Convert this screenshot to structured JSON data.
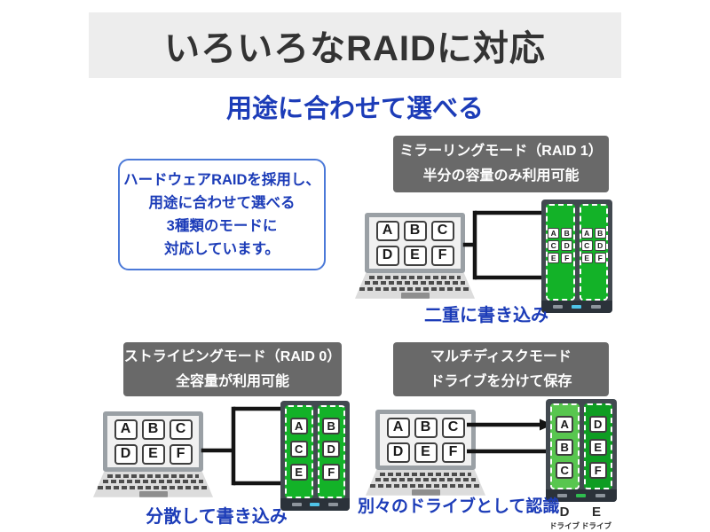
{
  "page": {
    "title": "いろいろなRAIDに対応",
    "subtitle": "用途に合わせて選べる"
  },
  "intro_box": {
    "lines": [
      "ハードウェアRAIDを採用し、",
      "用途に合わせて選べる",
      "3種類のモードに",
      "対応しています。"
    ]
  },
  "laptop_letters": {
    "row1": [
      "A",
      "B",
      "C"
    ],
    "row2": [
      "D",
      "E",
      "F"
    ]
  },
  "modes": {
    "raid1": {
      "title_line1": "ミラーリングモード（RAID 1）",
      "title_line2": "半分の容量のみ利用可能",
      "caption": "二重に書き込み",
      "drive1_letters": [
        "A",
        "B",
        "C",
        "D",
        "E",
        "F"
      ],
      "drive2_letters": [
        "A",
        "B",
        "C",
        "D",
        "E",
        "F"
      ]
    },
    "raid0": {
      "title_line1": "ストライピングモード（RAID 0）",
      "title_line2": "全容量が利用可能",
      "caption": "分散して書き込み",
      "drive1_letters": [
        "A",
        "C",
        "E"
      ],
      "drive2_letters": [
        "B",
        "D",
        "F"
      ]
    },
    "multi": {
      "title_line1": "マルチディスクモード",
      "title_line2": "ドライブを分けて保存",
      "caption": "別々のドライブとして認識",
      "drive1_letters": [
        "A",
        "B",
        "C"
      ],
      "drive2_letters": [
        "D",
        "E",
        "F"
      ],
      "drive1_label": "D",
      "drive2_label": "E",
      "drive_label_suffix": "ドライブ"
    }
  },
  "colors": {
    "accent_blue": "#1c3cb8",
    "intro_border_blue": "#4b79d8",
    "title_bar_bg": "#ededed",
    "title_text": "#333333",
    "header_gray": "#696969",
    "drive_green": "#13b228",
    "drive_green_light": "#58c64f",
    "drive_green_dark": "#0e9d22",
    "enclosure_gray": "#424950",
    "led_cyan": "#4fc3e8",
    "led_green": "#2fbd4f"
  }
}
